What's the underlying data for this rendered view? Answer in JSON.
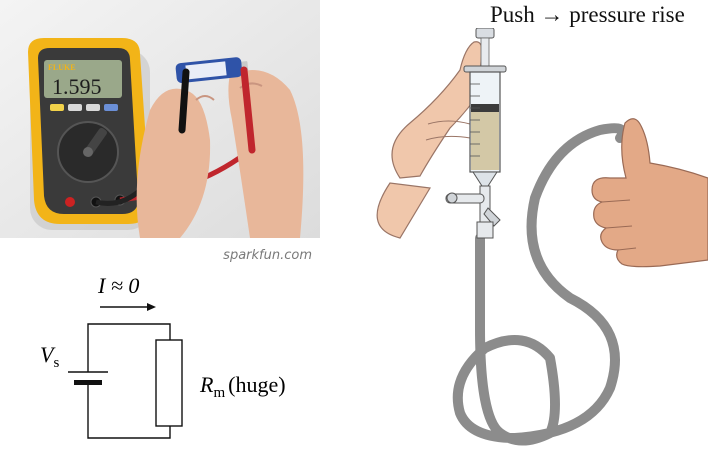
{
  "photo": {
    "credit": "sparkfun.com",
    "meter_brand": "FLUKE",
    "meter_reading": "1.595"
  },
  "circuit": {
    "current_label": "I ≈ 0",
    "source_symbol": "V",
    "source_subscript": "s",
    "resistor_symbol": "R",
    "resistor_subscript": "m",
    "resistor_note": "(huge)"
  },
  "right_panel": {
    "title": "Push → pressure rise"
  },
  "colors": {
    "meter_body": "#f2b418",
    "tube": "#8c8c8c",
    "skin": "#e8b79a",
    "liquid": "#c9b98b"
  }
}
